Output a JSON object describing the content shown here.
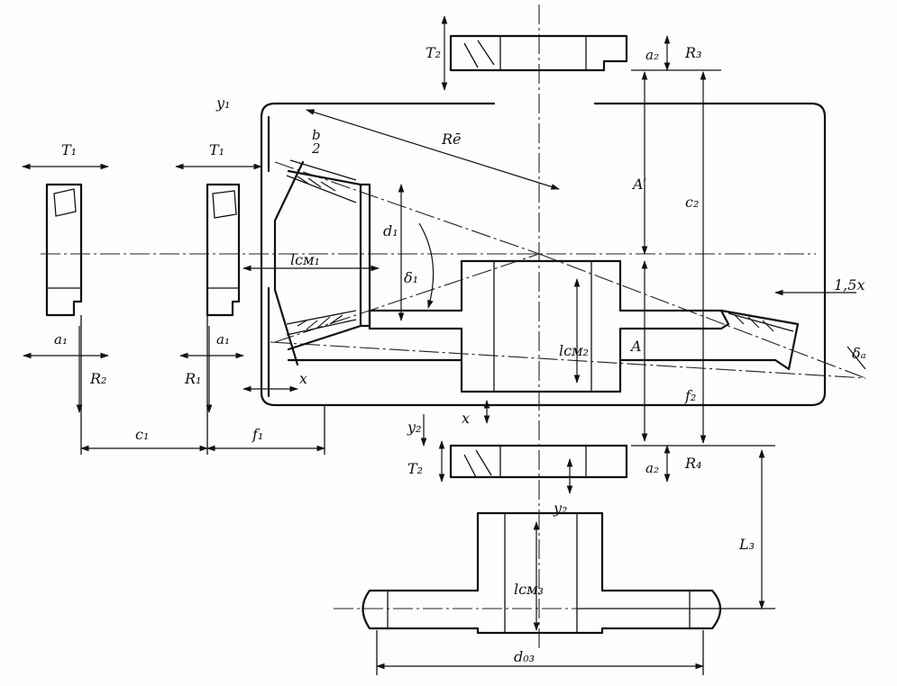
{
  "labels": {
    "T2": "T₂",
    "a2_top": "a₂",
    "R3": "R₃",
    "y1": "y₁",
    "b_over_2": "b",
    "two": "2",
    "Re": "Rē",
    "T1_left": "T₁",
    "T1_mid": "T₁",
    "A_prime": "A′",
    "c2": "c₂",
    "d1": "d₁",
    "lcm1": "lᴄᴍ₁",
    "delta1": "δ₁",
    "lcm2": "lᴄᴍ₂",
    "A": "A",
    "onefive_x": "1,5x",
    "delta_a": "δₐ",
    "a1_left": "a₁",
    "R2": "R₂",
    "a1_mid": "a₁",
    "R1": "R₁",
    "x_left": "x",
    "f2": "f₂",
    "y2_a": "y₂",
    "x_mid": "x",
    "c1": "c₁",
    "f1": "f₁",
    "T2_bottom": "T₂",
    "a2_bottom": "a₂",
    "R4": "R₄",
    "y2_b": "y₂",
    "L3": "L₃",
    "lcm3": "lᴄᴍ₃",
    "dd3": "d₀₃"
  }
}
